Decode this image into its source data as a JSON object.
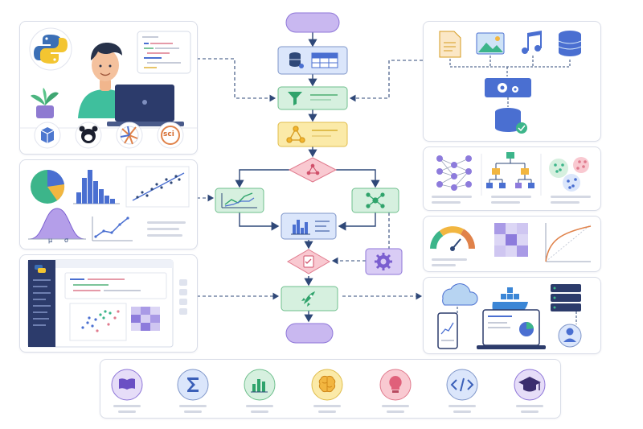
{
  "diagram": {
    "libraries": [
      {
        "name": "numpy-icon",
        "text": ""
      },
      {
        "name": "pandas-icon",
        "text": ""
      },
      {
        "name": "matplotlib-icon",
        "text": ""
      },
      {
        "name": "scipy-icon",
        "text": "sci"
      }
    ],
    "normal_axis": {
      "mu": "μ",
      "sigma": "σ"
    }
  },
  "colors": {
    "flow_line": "#2f4878",
    "start_node": "#c9b8f0",
    "data_node": "#dbe6fb",
    "clean_node": "#d6f0df",
    "explore_node": "#fbeaa8",
    "decision_node": "#f9c9d1",
    "deploy_node": "#d6f0df",
    "settings_node": "#d9ccf5",
    "accent_blue": "#4a6fd1"
  },
  "icons": {
    "python": "python-logo-icon",
    "laptop": "laptop-icon",
    "database": "database-icon",
    "table": "table-icon",
    "filter": "filter-icon",
    "network": "network-icon",
    "gear": "gear-icon",
    "rocket": "rocket-icon",
    "checklist": "checklist-icon",
    "file": "file-icon",
    "image": "image-icon",
    "music": "music-icon",
    "cloud": "cloud-icon",
    "docker": "docker-whale-icon",
    "server": "server-icon",
    "phone": "phone-icon",
    "user": "user-icon",
    "book": "book-icon",
    "sigma": "sigma-icon",
    "chart": "bar-chart-icon",
    "brain": "brain-icon",
    "bulb": "lightbulb-icon",
    "code": "code-icon",
    "graduation": "graduation-cap-icon"
  }
}
